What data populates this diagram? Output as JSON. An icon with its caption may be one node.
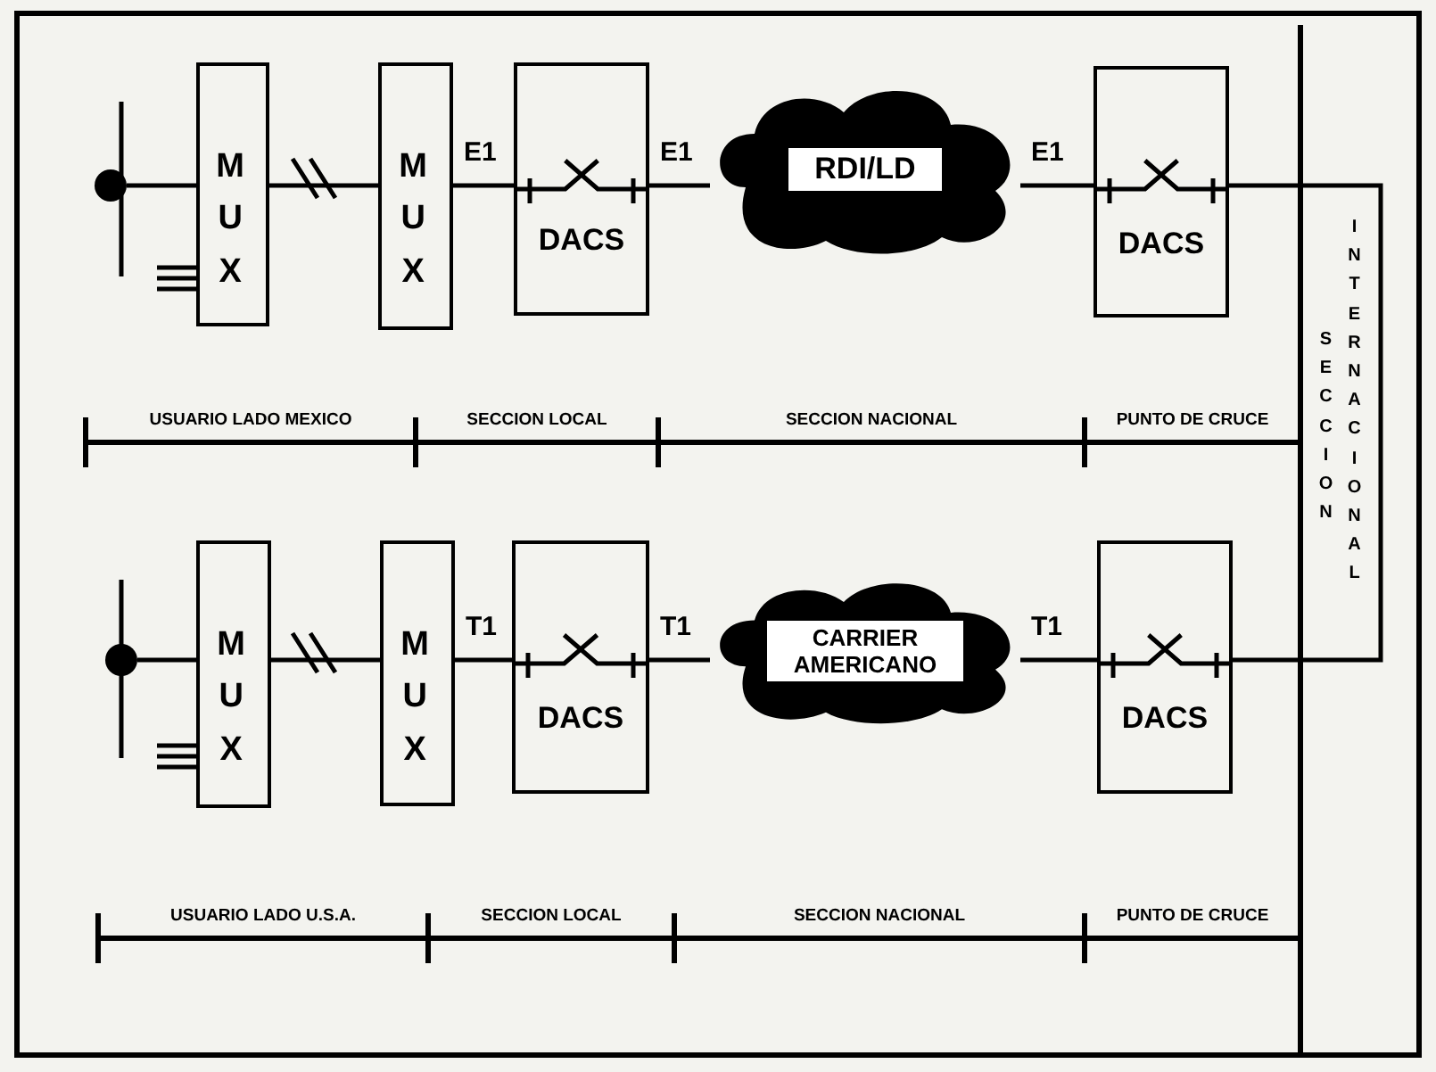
{
  "diagram": {
    "nodes": [
      {
        "text": [],
        "shape": "circle"
      },
      {
        "text": [
          "MUX"
        ]
      },
      {
        "text": [
          "MUX"
        ]
      },
      {
        "text": [
          "DACS"
        ]
      },
      {
        "text": [
          "RDI/LD"
        ]
      },
      {
        "text": [
          "DACS"
        ]
      },
      {
        "text": [],
        "shape": "circle"
      },
      {
        "text": [
          "MUX"
        ]
      },
      {
        "text": [
          "MUX"
        ]
      },
      {
        "text": [
          "DACS"
        ]
      },
      {
        "text": [
          "CARRIER AMERICANO"
        ]
      },
      {
        "text": [
          "DACS"
        ]
      }
    ],
    "edges": [
      {
        "from": 0,
        "to": 1,
        "arrow": "none"
      },
      {
        "from": 1,
        "to": 2,
        "arrow": "none"
      },
      {
        "from": 2,
        "to": 3,
        "arrow": "none",
        "label": "E1"
      },
      {
        "from": 3,
        "to": 4,
        "arrow": "none",
        "label": "E1"
      },
      {
        "from": 4,
        "to": 5,
        "arrow": "none",
        "label": "E1"
      },
      {
        "from": 5,
        "to": 11,
        "arrow": "none"
      },
      {
        "from": 6,
        "to": 7,
        "arrow": "none"
      },
      {
        "from": 7,
        "to": 8,
        "arrow": "none"
      },
      {
        "from": 8,
        "to": 9,
        "arrow": "none",
        "label": "T1"
      },
      {
        "from": 9,
        "to": 10,
        "arrow": "none",
        "label": "T1"
      },
      {
        "from": 10,
        "to": 11,
        "arrow": "none",
        "label": "T1"
      }
    ],
    "labels": [
      "USUARIO LADO MEXICO",
      "SECCION LOCAL",
      "SECCION NACIONAL",
      "PUNTO DE CRUCE",
      "SECCION",
      "INTERNACIONAL",
      "USUARIO LADO U.S.A.",
      "SECCION LOCAL",
      "SECCION NACIONAL",
      "PUNTO DE CRUCE"
    ]
  }
}
